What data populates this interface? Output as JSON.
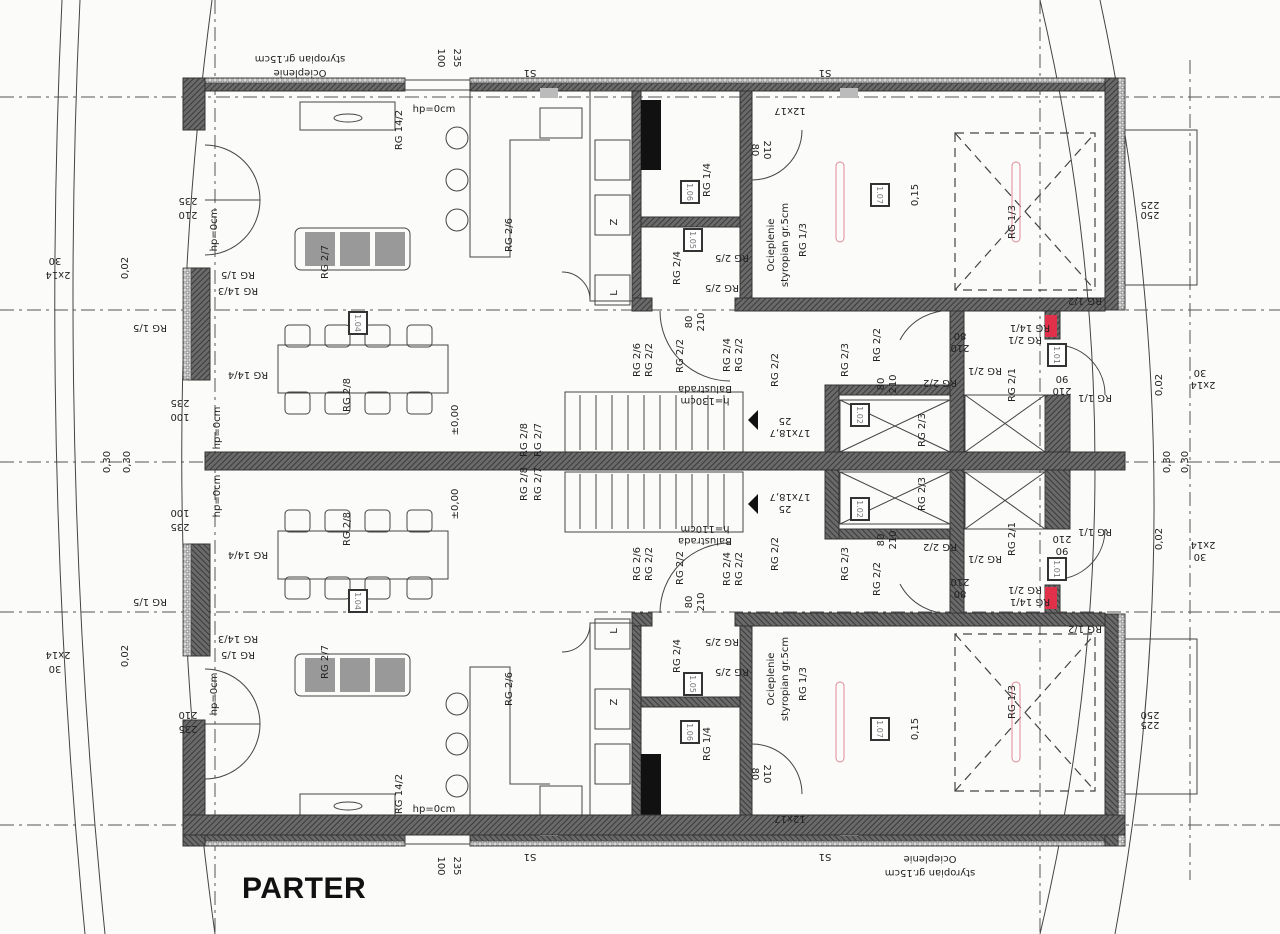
{
  "title": "PARTER",
  "upper_unit": {
    "labels": [
      "Ocieplenie",
      "styropian gr.15cm",
      "100",
      "235",
      "S1",
      "S1",
      "hp=0cm",
      "RG 14/2",
      "RG 2/6",
      "RG 2/7",
      "RG 1/5",
      "RG 14/3",
      "hp=0cm",
      "235",
      "210",
      "0,02",
      "2x14",
      "30",
      "RG 1/5",
      "RG 14/4",
      "RG 2/8",
      "100",
      "235",
      "hp=0cm",
      "±0,00",
      "RG 2/8",
      "RG 2/7",
      "0,30",
      "RG 1/4",
      "80",
      "210",
      "RG 2/4",
      "RG 2/5",
      "RG 2/5",
      "80",
      "210",
      "RG 2/6",
      "RG 2/2",
      "RG 2/2",
      "RG 2/4",
      "RG 2/2",
      "Balustrada",
      "h=130cm",
      "RG 2/2",
      "RG 2/3",
      "RG 2/2",
      "17x18,7",
      "25",
      "RG 2/3",
      "80",
      "210",
      "RG 2/2",
      "RG 2/1",
      "210",
      "80",
      "RG 14/1",
      "RG 2/1",
      "RG 2/1",
      "210",
      "90",
      "RG 1/1",
      "0,02",
      "2x14",
      "30",
      "0,30",
      "Ocieplenie",
      "styropian gr.5cm",
      "RG 1/3",
      "0,15",
      "RG 1/3",
      "12x17",
      "RG 1/2",
      "250",
      "225",
      "Z",
      "L"
    ],
    "rooms": [
      "1.04",
      "1.06",
      "1.05",
      "1.02",
      "1.01",
      "1.07"
    ]
  },
  "lower_unit": {
    "labels": [
      "Ocieplenie",
      "styropian gr.15cm",
      "100",
      "235",
      "S1",
      "S1",
      "hp=0cm",
      "RG 14/2",
      "RG 2/6",
      "RG 2/7",
      "RG 1/5",
      "RG 14/3",
      "hp=0cm",
      "235",
      "210",
      "0,02",
      "2x14",
      "30",
      "RG 1/5",
      "RG 14/4",
      "RG 2/8",
      "100",
      "235",
      "hp=0cm",
      "±0,00",
      "RG 2/8",
      "RG 2/7",
      "0,30",
      "RG 1/4",
      "80",
      "210",
      "RG 2/4",
      "RG 2/5",
      "RG 2/5",
      "80",
      "210",
      "RG 2/6",
      "RG 2/2",
      "RG 2/2",
      "RG 2/4",
      "RG 2/2",
      "Balustrada",
      "h=110cm",
      "RG 2/2",
      "RG 2/3",
      "RG 2/2",
      "17x18,7",
      "25",
      "RG 2/3",
      "80",
      "210",
      "RG 2/2",
      "RG 2/1",
      "210",
      "80",
      "RG 14/1",
      "RG 2/1",
      "RG 2/1",
      "210",
      "90",
      "RG 1/1",
      "0,02",
      "2x14",
      "30",
      "0,30",
      "Ocieplenie",
      "styropian gr.5cm",
      "RG 1/3",
      "0,15",
      "RG 1/3",
      "12x17",
      "RG 1/2",
      "250",
      "225",
      "Z",
      "L"
    ],
    "rooms": [
      "1.04",
      "1.06",
      "1.05",
      "1.02",
      "1.01",
      "1.07"
    ]
  },
  "colors": {
    "wall": "#5a5a5a",
    "marker": "#e0304a",
    "lamp": "#e08a95"
  }
}
